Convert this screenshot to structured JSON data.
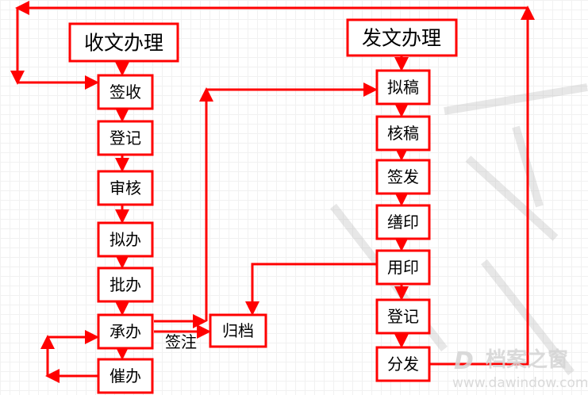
{
  "receive": {
    "title": "收文办理",
    "steps": [
      "签收",
      "登记",
      "审核",
      "拟办",
      "批办",
      "承办",
      "催办"
    ]
  },
  "send": {
    "title": "发文办理",
    "steps": [
      "拟稿",
      "核稿",
      "签发",
      "缮印",
      "用印",
      "登记",
      "分发"
    ]
  },
  "archive": "归档",
  "annotation": "签注",
  "watermark": {
    "logo": "档案之窗",
    "url": "www.dawindow.com"
  },
  "colors": {
    "line": "#ff0000",
    "text": "#000000"
  }
}
